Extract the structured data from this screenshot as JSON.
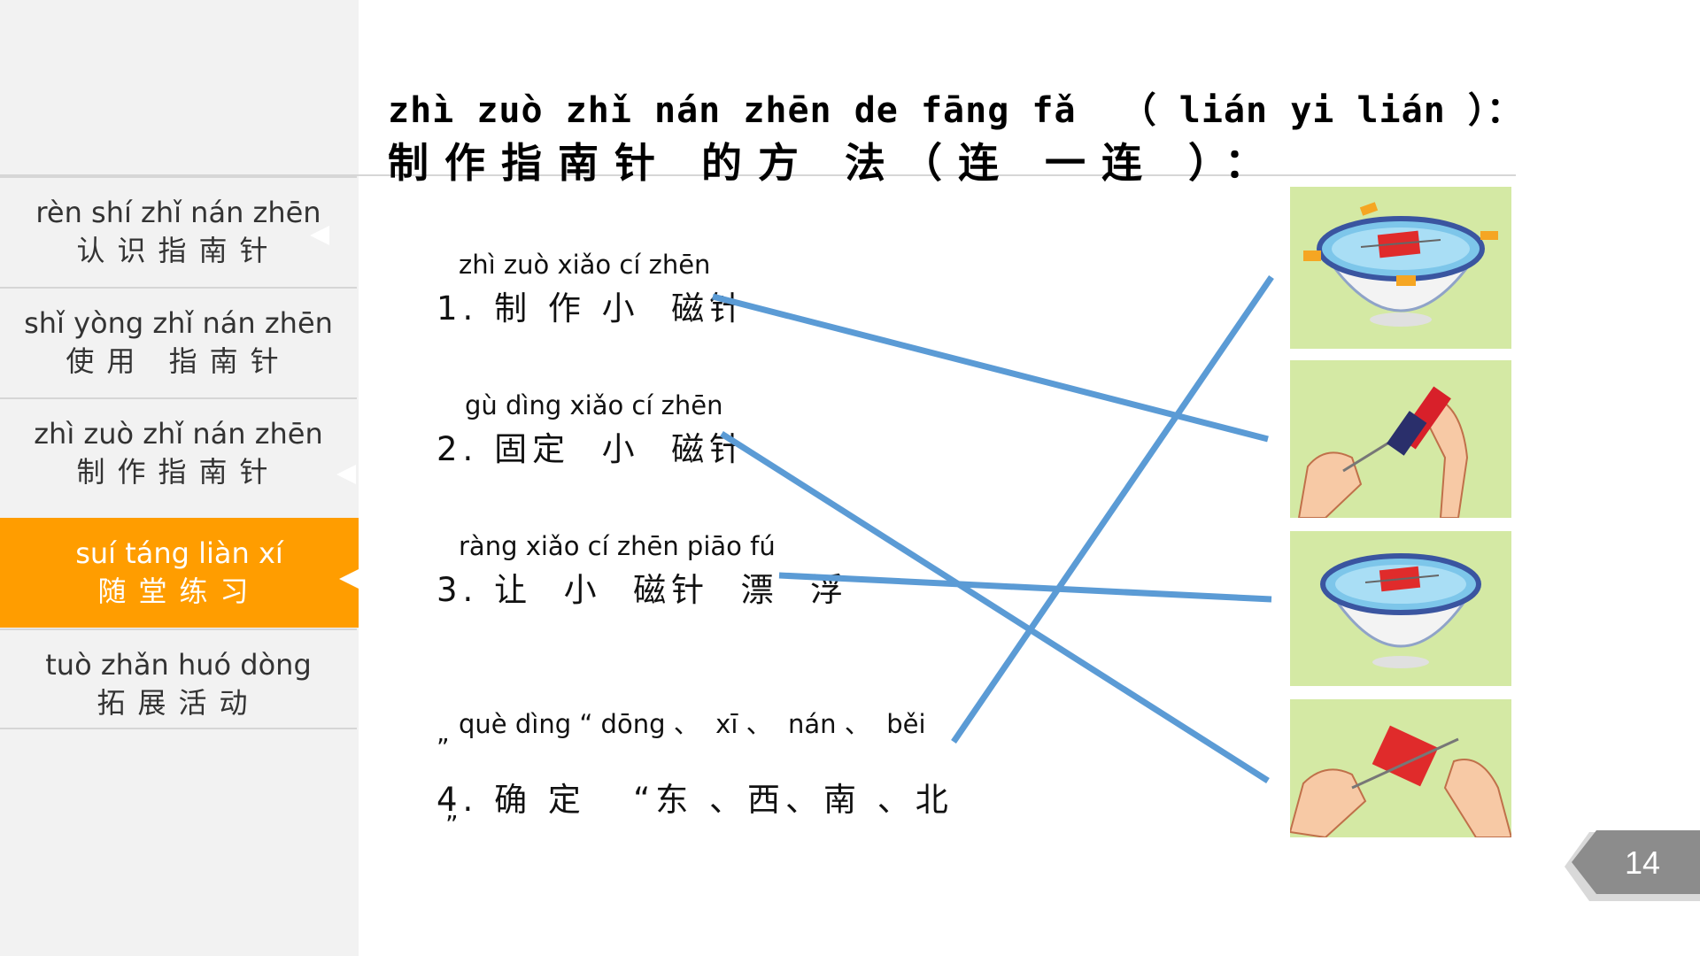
{
  "title": {
    "pinyin": "zhì zuò zhǐ nán zhēn de fāng fǎ  （ lián yi lián ）：",
    "hanzi": "制作指南针 的方 法（连 一连 ）："
  },
  "sidebar": {
    "items": [
      {
        "pinyin": "rèn shí zhǐ nán zhēn",
        "hanzi": "认识指南针"
      },
      {
        "pinyin": "shǐ yòng zhǐ nán zhēn",
        "hanzi": "使用 指南针"
      },
      {
        "pinyin": "zhì zuò zhǐ nán zhēn",
        "hanzi": "制作指南针"
      },
      {
        "pinyin": "suí táng liàn xí",
        "hanzi": "随堂练习"
      },
      {
        "pinyin": "tuò zhǎn huó dòng",
        "hanzi": "拓展活动"
      }
    ],
    "active_index": 3
  },
  "items": [
    {
      "pinyin": "zhì zuò xiǎo cí zhēn",
      "text": "1. 制 作 小  磁针"
    },
    {
      "pinyin": "gù dìng xiǎo cí zhēn",
      "text": "2. 固定  小  磁针"
    },
    {
      "pinyin": "ràng xiǎo cí zhēn piāo fú",
      "text": "3. 让  小  磁针  漂  浮"
    },
    {
      "pinyin": "què dìng “ dōng 、  xī 、  nán 、  běi",
      "text": "4. 确 定   “东 、西、南 、北",
      "close_quote": "”"
    }
  ],
  "page_number": "14",
  "colors": {
    "accent": "#ff9d00",
    "line": "#5b9bd5",
    "sidebar_bg": "#f2f2f2",
    "badge": "#8c8c8c",
    "picture_bg": "#d4e9a4"
  },
  "pictures": [
    {
      "icon": "bowl-with-floating-needle-and-direction-flags-icon"
    },
    {
      "icon": "magnetizing-needle-with-magnet-icon"
    },
    {
      "icon": "bowl-with-floating-needle-icon"
    },
    {
      "icon": "needle-through-paper-icon"
    }
  ]
}
